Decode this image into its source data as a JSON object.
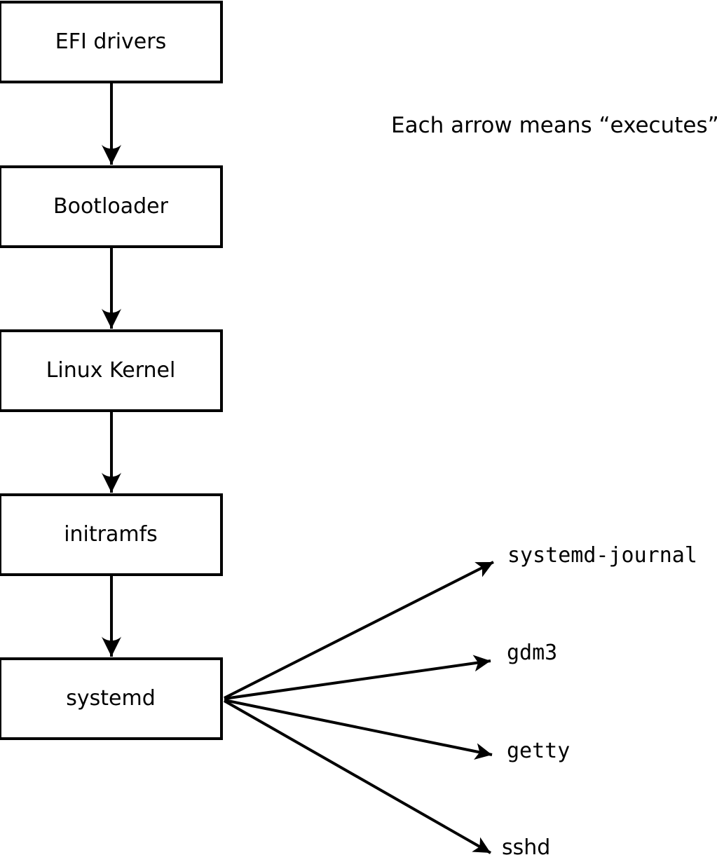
{
  "diagram": {
    "title_note": "Each arrow means “executes”.",
    "boxes": [
      {
        "id": "efi-drivers",
        "label": "EFI drivers"
      },
      {
        "id": "bootloader",
        "label": "Bootloader"
      },
      {
        "id": "linux-kernel",
        "label": "Linux Kernel"
      },
      {
        "id": "initramfs",
        "label": "initramfs"
      },
      {
        "id": "systemd",
        "label": "systemd"
      }
    ],
    "spawned_processes": [
      {
        "id": "systemd-journal",
        "label": "systemd-journal"
      },
      {
        "id": "gdm3",
        "label": "gdm3"
      },
      {
        "id": "getty",
        "label": "getty"
      },
      {
        "id": "sshd",
        "label": "sshd"
      }
    ],
    "edges": [
      {
        "from": "EFI drivers",
        "to": "Bootloader"
      },
      {
        "from": "Bootloader",
        "to": "Linux Kernel"
      },
      {
        "from": "Linux Kernel",
        "to": "initramfs"
      },
      {
        "from": "initramfs",
        "to": "systemd"
      },
      {
        "from": "systemd",
        "to": "systemd-journal"
      },
      {
        "from": "systemd",
        "to": "gdm3"
      },
      {
        "from": "systemd",
        "to": "getty"
      },
      {
        "from": "systemd",
        "to": "sshd"
      }
    ],
    "colors": {
      "stroke": "#000000",
      "box_fill": "#ffffff",
      "background": "#ffffff"
    }
  }
}
